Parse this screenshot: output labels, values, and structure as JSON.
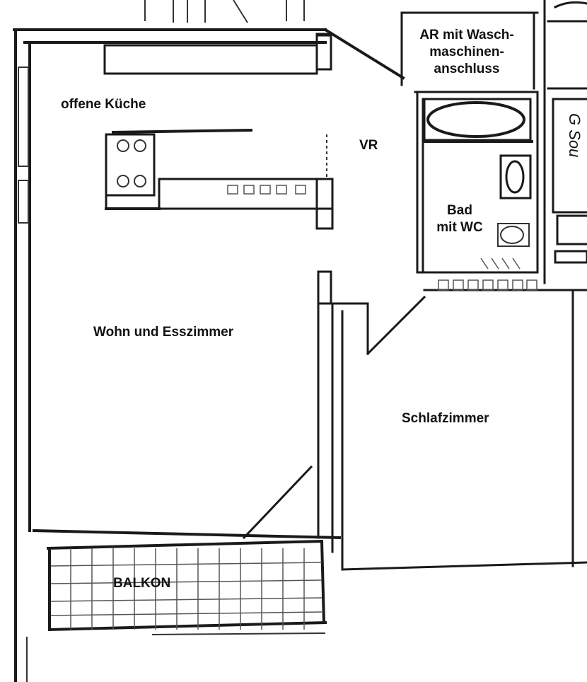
{
  "rooms": {
    "kitchen": "offene Küche",
    "hall": "VR",
    "utility_line1": "AR mit Wasch-",
    "utility_line2": "maschinen-",
    "utility_line3": "anschluss",
    "bath_line1": "Bad",
    "bath_line2": "mit WC",
    "living": "Wohn und Esszimmer",
    "bedroom": "Schlafzimmer",
    "balcony": "BALKON"
  },
  "fixtures": {
    "partial_bath_text": "G Sou"
  },
  "colors": {
    "line": "#1a1a1a",
    "background": "#ffffff",
    "label": "#111111"
  }
}
